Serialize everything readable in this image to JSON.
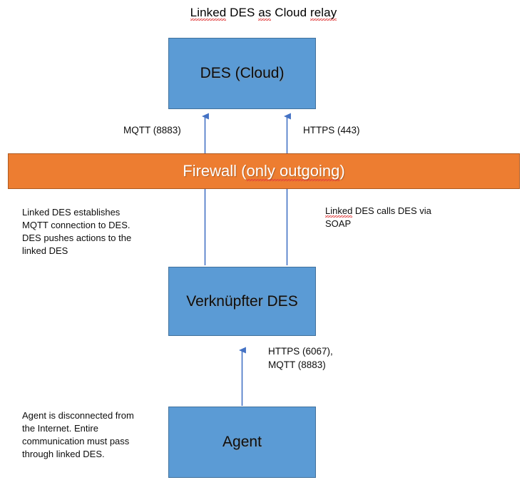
{
  "title": "Linked DES as Cloud relay",
  "colors": {
    "node_fill": "#5B9BD5",
    "node_border": "#41719C",
    "firewall_fill": "#ED7D31",
    "firewall_border": "#AE5A21",
    "arrow": "#4472C4",
    "spellcheck_underline": "#E03A3A",
    "background": "#FFFFFF"
  },
  "nodes": {
    "des_cloud": {
      "label": "DES (Cloud)"
    },
    "linked_des": {
      "label": "Verknüpfter DES"
    },
    "agent": {
      "label": "Agent"
    },
    "firewall": {
      "label_part1": "Firewall (",
      "label_part2": "only outgoing",
      "label_part3": ")",
      "label_full": "Firewall (only outgoing)"
    }
  },
  "edges": {
    "mqtt_to_cloud": {
      "label": "MQTT (8883)"
    },
    "https_to_cloud": {
      "label": "HTTPS (443)"
    },
    "agent_to_linked_des": {
      "label": "HTTPS (6067),\nMQTT (8883)"
    }
  },
  "notes": {
    "left_top": "Linked DES establishes\nMQTT connection to DES.\nDES  pushes actions to the\nlinked DES",
    "right_top_line1_word": "Linked",
    "right_top_line1_rest": " DES calls DES via",
    "right_top_line2": "SOAP",
    "right_top_full": "Linked DES calls DES via\nSOAP",
    "bottom_left": "Agent is disconnected from\nthe Internet. Entire\ncommunication must pass\nthrough linked DES."
  },
  "title_parts": {
    "word1": "Linked",
    "mid1": " DES ",
    "word2": "as",
    "mid2": " Cloud ",
    "word3": "relay"
  }
}
